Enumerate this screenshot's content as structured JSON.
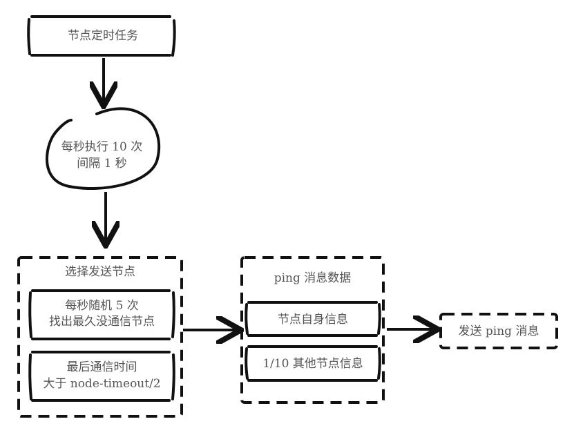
{
  "diagram": {
    "nodes": {
      "timer_task": {
        "label": "节点定时任务"
      },
      "frequency": {
        "line1": "每秒执行 10 次",
        "line2": "间隔 1 秒"
      },
      "select_nodes": {
        "title": "选择发送节点",
        "rule1": {
          "line1": "每秒随机 5 次",
          "line2": "找出最久没通信节点"
        },
        "rule2": {
          "line1": "最后通信时间",
          "line2": "大于 node-timeout/2"
        }
      },
      "ping_data": {
        "title": "ping 消息数据",
        "item1": "节点自身信息",
        "item2": "1/10 其他节点信息"
      },
      "send_ping": {
        "label": "发送 ping 消息"
      }
    },
    "edges": [
      {
        "from": "timer_task",
        "to": "frequency"
      },
      {
        "from": "frequency",
        "to": "select_nodes"
      },
      {
        "from": "select_nodes",
        "to": "ping_data"
      },
      {
        "from": "ping_data",
        "to": "send_ping"
      }
    ]
  }
}
